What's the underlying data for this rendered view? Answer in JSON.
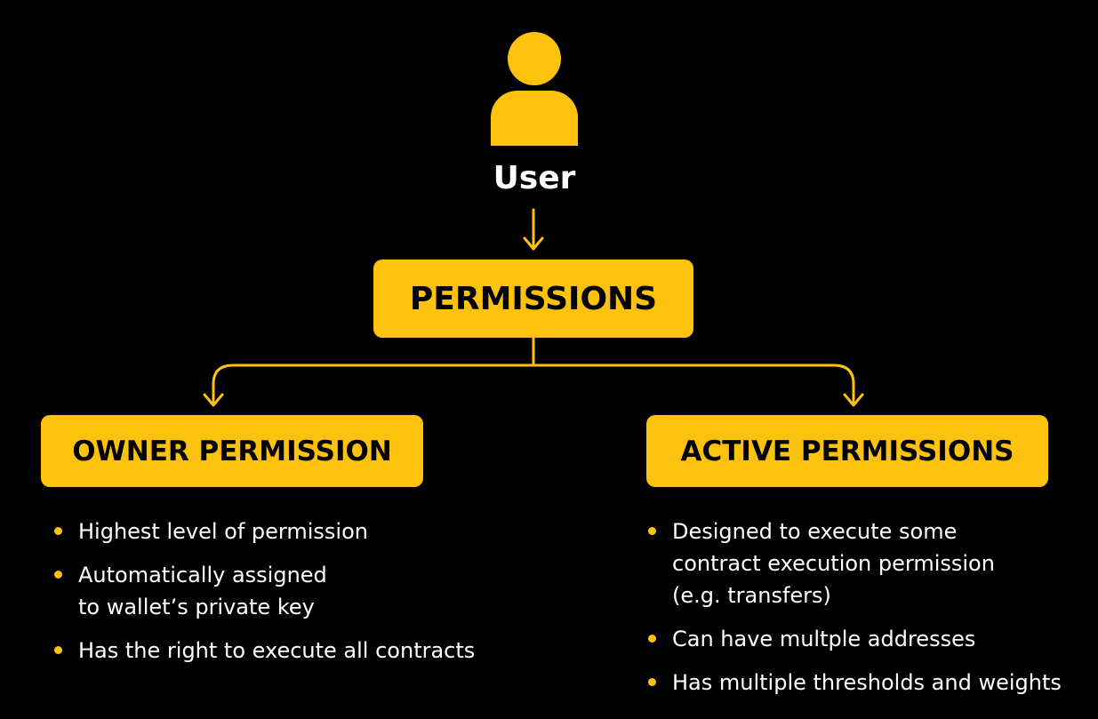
{
  "colors": {
    "accent": "#FCC20E",
    "background": "#000000",
    "text": "#FFFFFF"
  },
  "user": {
    "icon": "user-icon",
    "label": "User"
  },
  "main_box": {
    "label": "PERMISSIONS"
  },
  "owner": {
    "title": "OWNER PERMISSION",
    "bullets": [
      "Highest level of permission",
      "Automatically assigned\nto wallet’s private key",
      "Has the right to execute all contracts"
    ]
  },
  "active": {
    "title": "ACTIVE PERMISSIONS",
    "bullets": [
      "Designed to execute some\ncontract execution permission\n(e.g. transfers)",
      "Can have multple addresses",
      "Has multiple thresholds and weights"
    ]
  }
}
